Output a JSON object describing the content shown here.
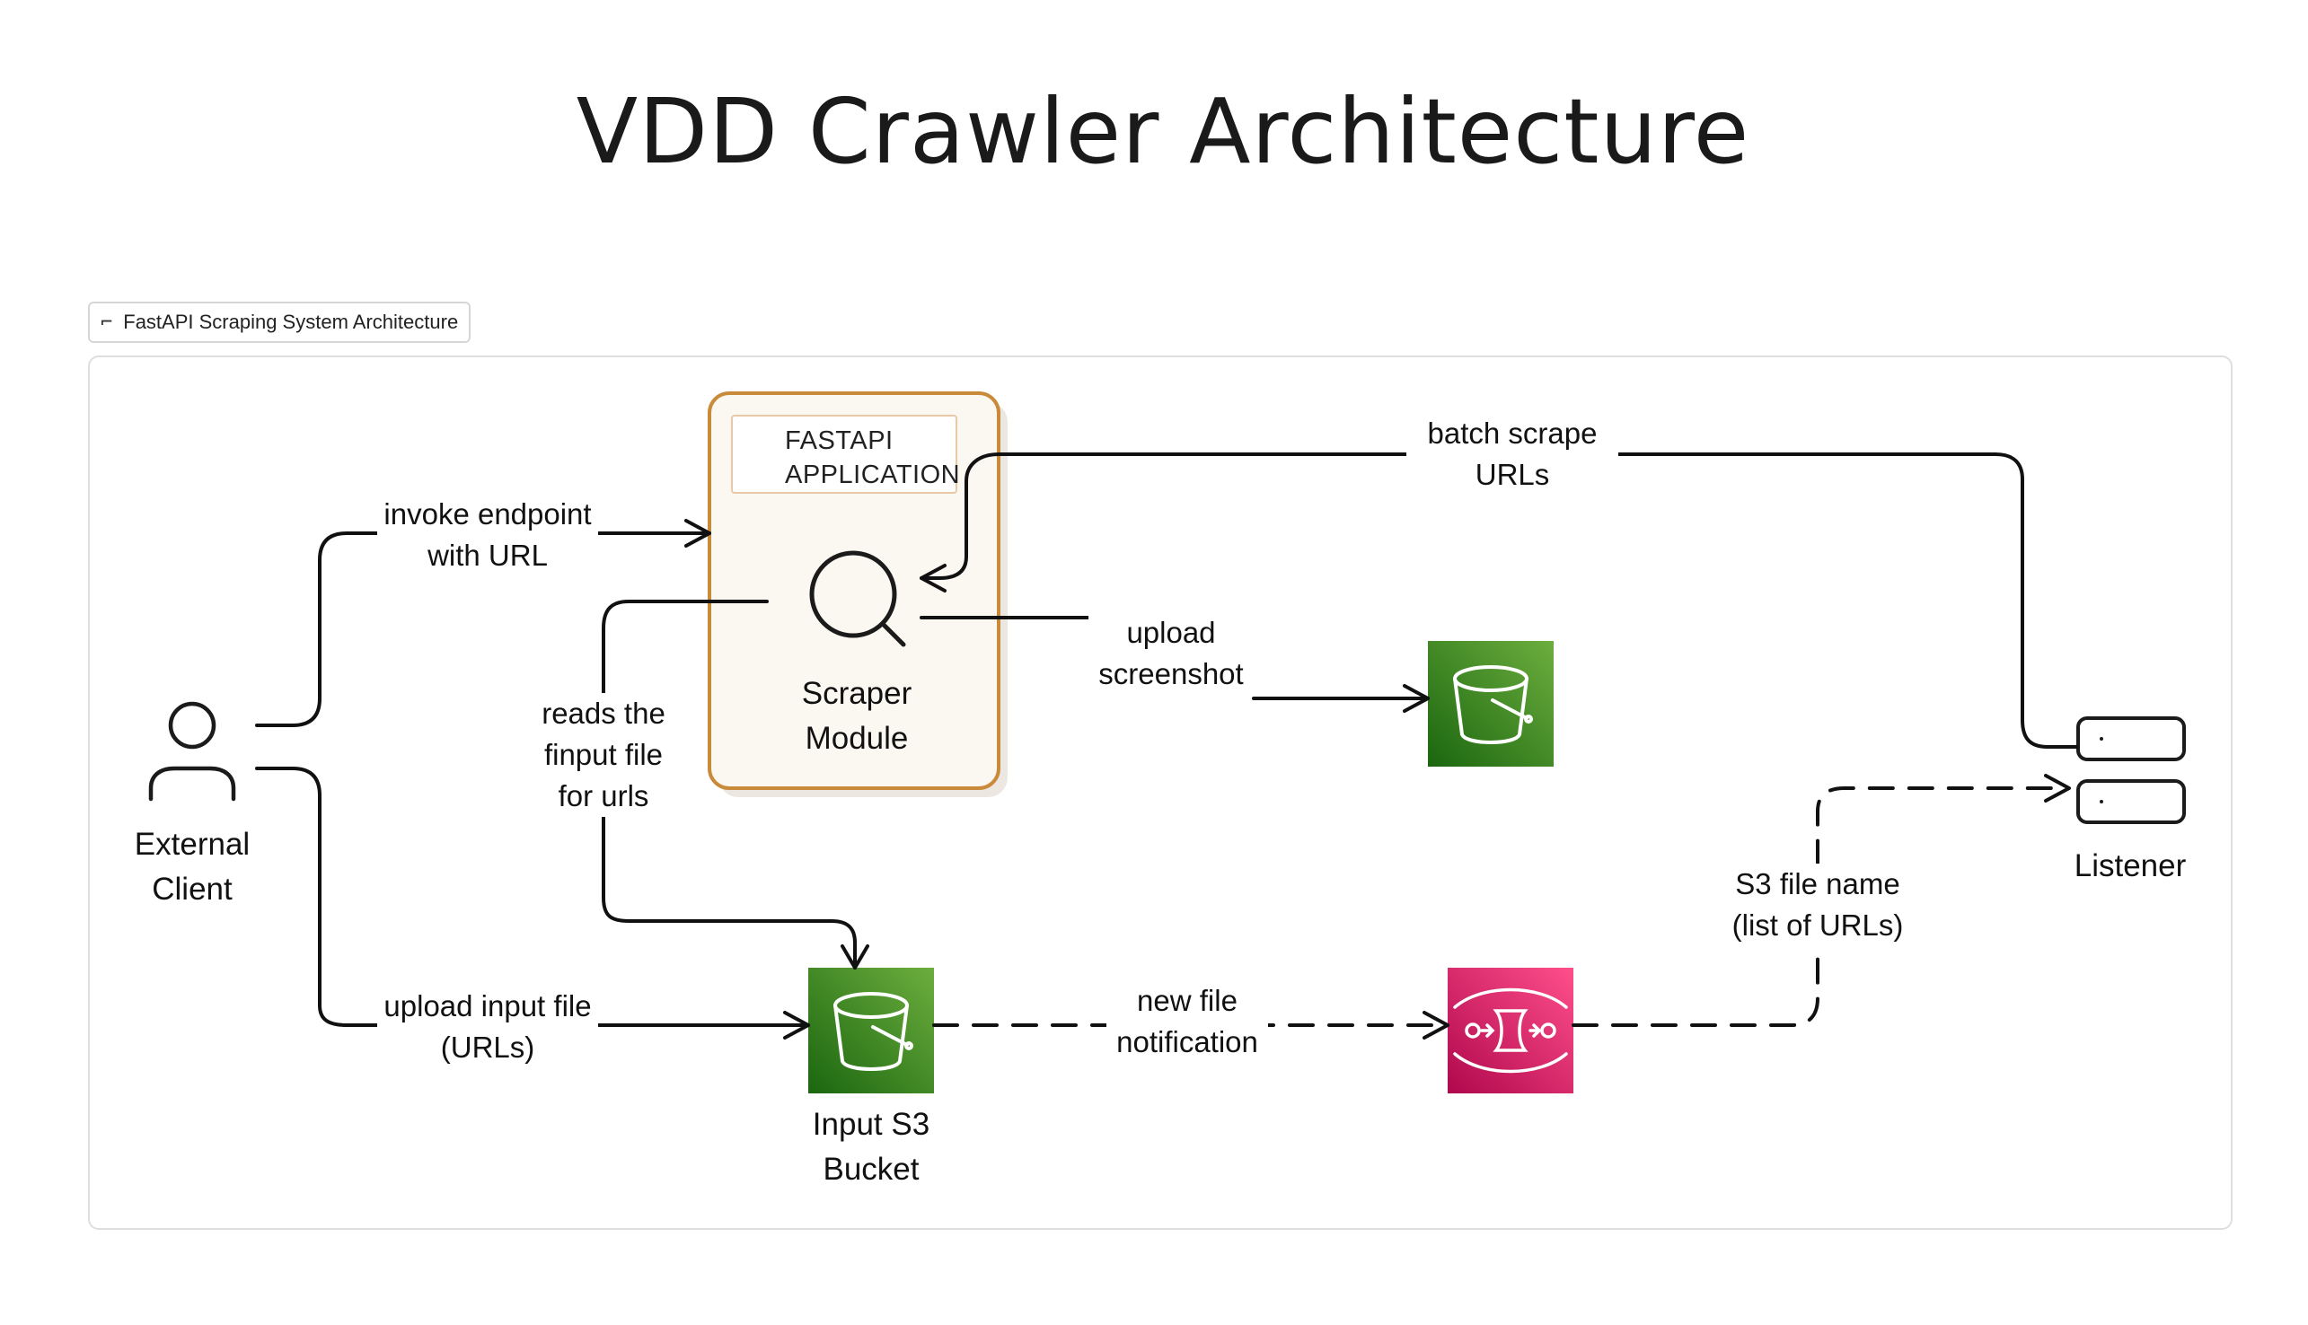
{
  "title": "VDD Crawler Architecture",
  "frame": {
    "label": "FastAPI Scraping System Architecture",
    "icon": "frame-corner-icon"
  },
  "nodes": {
    "external_client": {
      "line1": "External",
      "line2": "Client",
      "icon": "user-icon"
    },
    "fastapi_app": {
      "line1": "FASTAPI",
      "line2": "APPLICATION",
      "icon": "python-icon",
      "accent": "#c98a3a"
    },
    "scraper_module": {
      "line1": "Scraper",
      "line2": "Module",
      "icon": "search-icon"
    },
    "screenshot_bucket": {
      "icon": "s3-bucket-icon",
      "color": "#3f8624"
    },
    "input_bucket": {
      "line1": "Input S3",
      "line2": "Bucket",
      "icon": "s3-bucket-icon",
      "color": "#3f8624"
    },
    "sqs_queue": {
      "icon": "sqs-queue-icon",
      "color": "#d6246e"
    },
    "listener": {
      "line1": "Listener",
      "icon": "server-icon"
    }
  },
  "edges": {
    "invoke": {
      "line1": "invoke endpoint",
      "line2": "with URL"
    },
    "upload_input": {
      "line1": "upload input file",
      "line2": "(URLs)"
    },
    "reads": {
      "line1": "reads the",
      "line2": "finput file",
      "line3": "for urls"
    },
    "upload_screenshot": {
      "line1": "upload",
      "line2": "screenshot"
    },
    "batch_scrape": {
      "line1": "batch scrape",
      "line2": "URLs"
    },
    "new_file": {
      "line1": "new file",
      "line2": "notification"
    },
    "s3_file_name": {
      "line1": "S3 file name",
      "line2": "(list of URLs)"
    }
  }
}
